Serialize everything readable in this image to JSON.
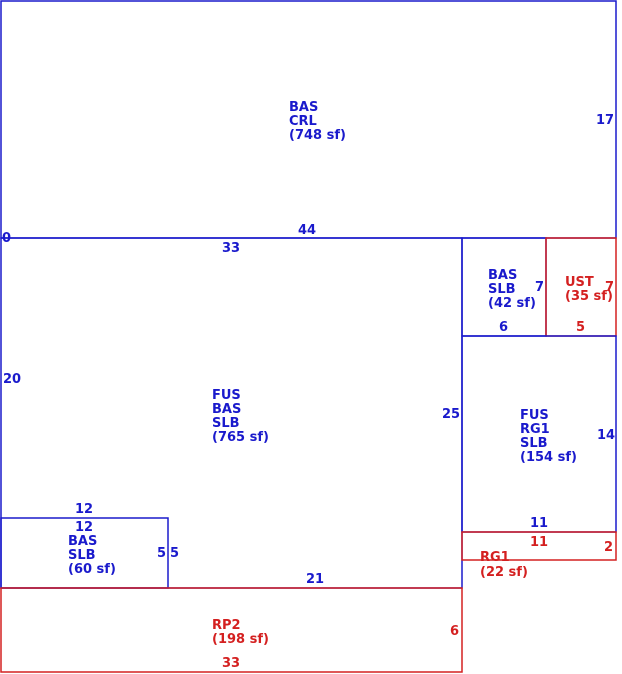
{
  "colors": {
    "main": "#1a1acc",
    "secondary": "#d42020"
  },
  "areas": {
    "bas_crl": {
      "code1": "BAS",
      "code2": "CRL",
      "area": "(748 sf)",
      "dim_top": "44",
      "dim_right": "17",
      "dim_zero": "0"
    },
    "fus_bas_slb": {
      "code1": "FUS",
      "code2": "BAS",
      "code3": "SLB",
      "area": "(765 sf)",
      "dim_top": "33",
      "dim_left": "20",
      "dim_right": "25",
      "dim_bottom": "21"
    },
    "bas_slb_small": {
      "code1": "BAS",
      "code2": "SLB",
      "area": "(42 sf)",
      "dim_right": "7",
      "dim_bottom": "6"
    },
    "ust": {
      "code1": "UST",
      "area": "(35 sf)",
      "dim_right": "7",
      "dim_bottom": "5"
    },
    "fus_rg1_slb": {
      "code1": "FUS",
      "code2": "RG1",
      "code3": "SLB",
      "area": "(154 sf)",
      "dim_right": "14",
      "dim_bottom": "11"
    },
    "rg1": {
      "code1": "RG1",
      "area": "(22 sf)",
      "dim_top": "11",
      "dim_right": "2"
    },
    "bas_slb_corner": {
      "code1": "BAS",
      "code2": "SLB",
      "area": "(60 sf)",
      "dim_top_outer": "12",
      "dim_top_inner": "12",
      "dim_right_inner": "5",
      "dim_right_outer": "5"
    },
    "rp2": {
      "code1": "RP2",
      "area": "(198 sf)",
      "dim_right": "6",
      "dim_bottom": "33"
    }
  }
}
